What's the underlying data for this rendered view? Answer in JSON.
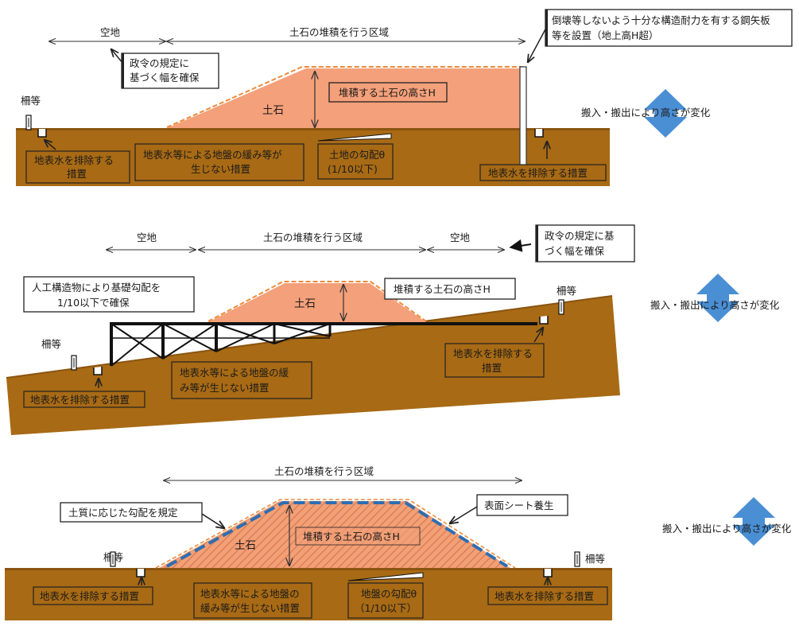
{
  "colors": {
    "ground": "#a86a14",
    "ground_dark": "#8a5410",
    "soil": "#f4a07a",
    "soil_hatch": "#e08a58",
    "dashed_edge": "#ee8a3a",
    "sheet": "#2e6eb0",
    "arrow_blue": "#4a8fd4",
    "box_border": "#222222"
  },
  "panel1": {
    "label_akichi": "空地",
    "label_zone": "土石の堆積を行う区域",
    "note_width": [
      "政令の規定に",
      "基づく幅を確保"
    ],
    "note_wall": [
      "倒壊等しないよう十分な構造耐力を有する鋼矢板",
      "等を設置（地上高H超）"
    ],
    "label_fence": "柵等",
    "label_soil": "土石",
    "box_height": "堆積する土石の高さH",
    "label_change": "搬入・搬出により高さが変化",
    "box_drain_left": [
      "地表水を排除する",
      "措置"
    ],
    "box_ground": [
      "地表水等による地盤の緩み等が",
      "生じない措置"
    ],
    "box_slope": [
      "土地の勾配θ",
      "(1/10以下)"
    ],
    "box_drain_right": "地表水を排除する措置"
  },
  "panel2": {
    "label_akichi_left": "空地",
    "label_zone": "土石の堆積を行う区域",
    "label_akichi_right": "空地",
    "note_width": [
      "政令の規定に基",
      "づく幅を確保"
    ],
    "box_structure": [
      "人工構造物により基礎勾配を",
      "1/10以下で確保"
    ],
    "label_soil": "土石",
    "box_height": "堆積する土石の高さH",
    "label_fence_right": "柵等",
    "label_change": "搬入・搬出により高さが変化",
    "label_fence_left": "柵等",
    "box_drain_right": [
      "地表水を排除する",
      "措置"
    ],
    "box_ground": [
      "地表水等による地盤の緩",
      "み等が生じない措置"
    ],
    "box_drain_left": "地表水を排除する措置"
  },
  "panel3": {
    "label_zone": "土石の堆積を行う区域",
    "box_gradient": "土質に応じた勾配を規定",
    "box_sheet": "表面シート養生",
    "label_change": "搬入・搬出により高さが変化",
    "label_soil": "土石",
    "label_height": "堆積する土石の高さH",
    "label_fence_left": "柵等",
    "label_fence_right": "柵等",
    "box_drain_left": "地表水を排除する措置",
    "box_ground": [
      "地表水等による地盤の",
      "緩み等が生じない措置"
    ],
    "box_slope": [
      "地盤の勾配θ",
      "（1/10以下）"
    ],
    "box_drain_right": "地表水を排除する措置"
  }
}
